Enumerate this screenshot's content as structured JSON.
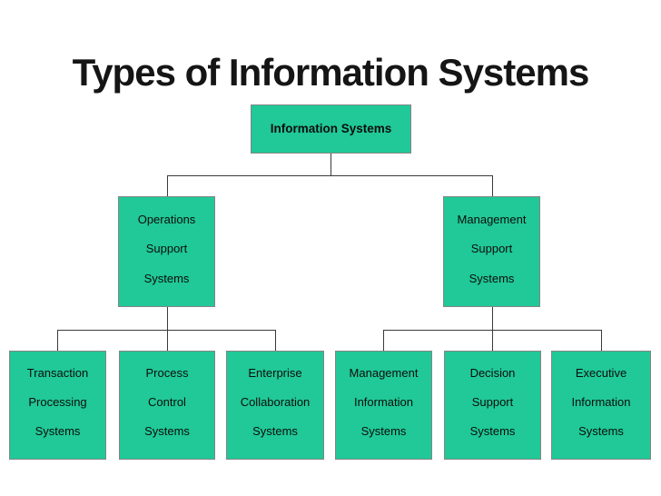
{
  "title": "Types of Information Systems",
  "colors": {
    "box_fill": "#20c997",
    "box_border": "#858585",
    "connector_line": "#3a3a3a",
    "title_text": "#151515",
    "box_text": "#0d0d0d",
    "background": "#ffffff"
  },
  "diagram": {
    "type": "hierarchy-tree",
    "root": {
      "label": "Information Systems"
    },
    "level2": [
      {
        "lines": [
          "Operations",
          "Support",
          "Systems"
        ]
      },
      {
        "lines": [
          "Management",
          "Support",
          "Systems"
        ]
      }
    ],
    "level3": [
      {
        "lines": [
          "Transaction",
          "Processing",
          "Systems"
        ],
        "parent": "Operations Support Systems"
      },
      {
        "lines": [
          "Process",
          "Control",
          "Systems"
        ],
        "parent": "Operations Support Systems"
      },
      {
        "lines": [
          "Enterprise",
          "Collaboration",
          "Systems"
        ],
        "parent": "Operations Support Systems"
      },
      {
        "lines": [
          "Management",
          "Information",
          "Systems"
        ],
        "parent": "Management Support Systems"
      },
      {
        "lines": [
          "Decision",
          "Support",
          "Systems"
        ],
        "parent": "Management Support Systems"
      },
      {
        "lines": [
          "Executive",
          "Information",
          "Systems"
        ],
        "parent": "Management Support Systems"
      }
    ]
  }
}
